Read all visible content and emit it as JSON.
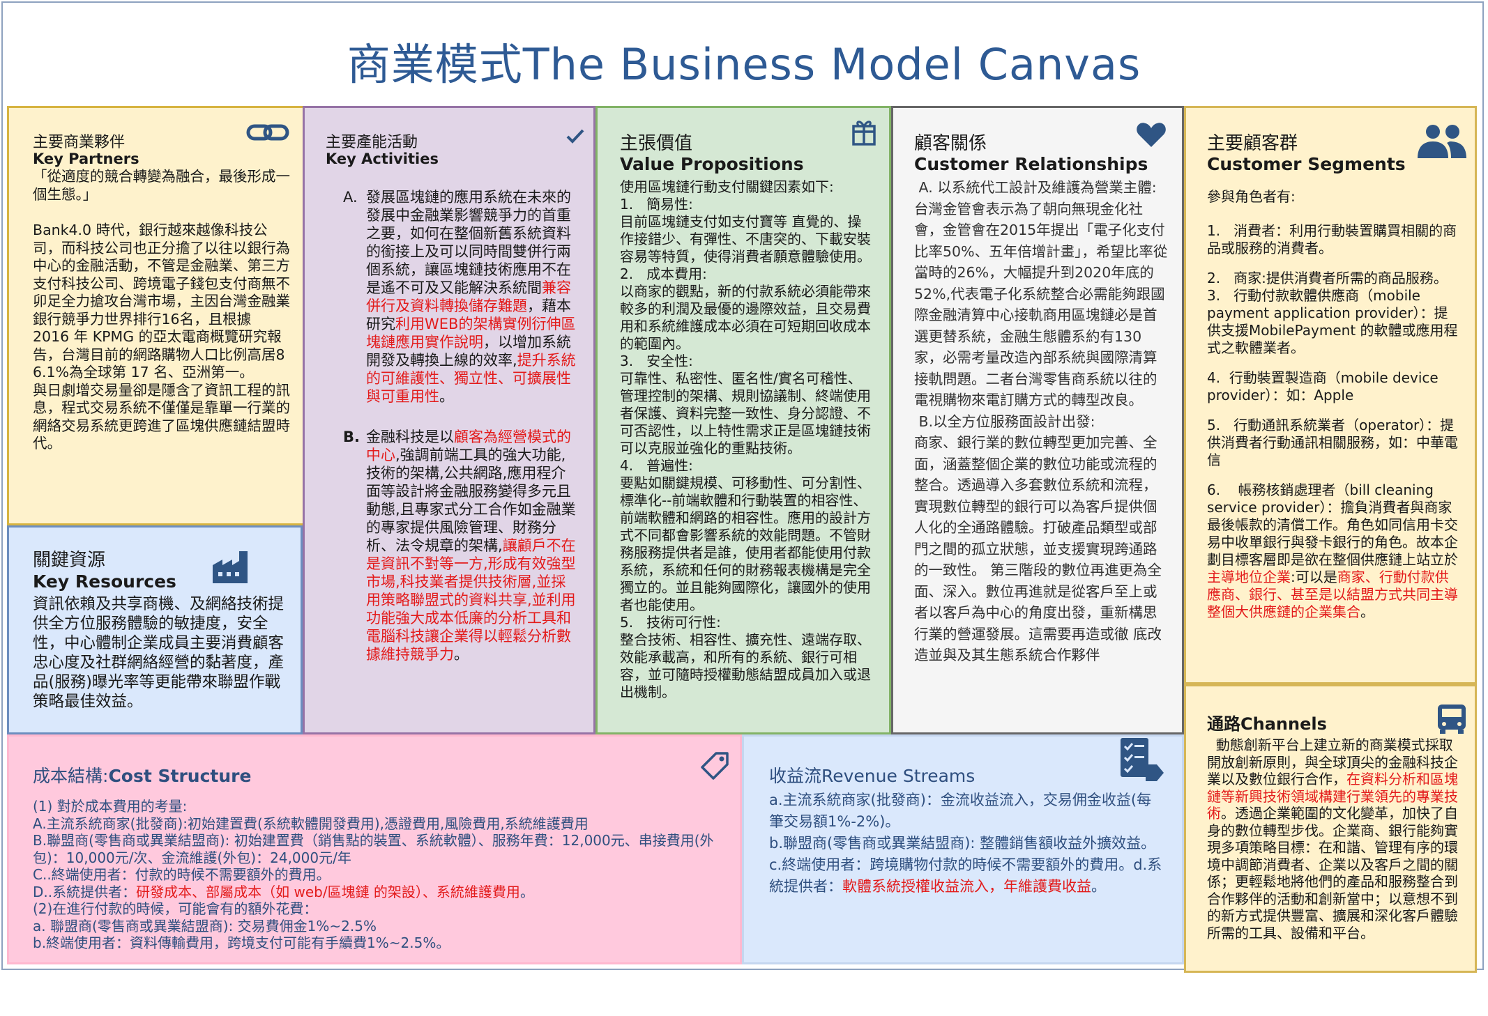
{
  "title": "商業模式The Business Model Canvas",
  "colors": {
    "border_blue": "#8ea2bf",
    "title": "#2e5a94",
    "icon": "#2f5584",
    "partners_bg": "#fef2cc",
    "partners_border": "#d7b441",
    "activities_bg": "#e1d5e7",
    "activities_border": "#9673a6",
    "value_bg": "#d5e8d4",
    "value_border": "#82b366",
    "relations_bg": "#f5f5f5",
    "relations_border": "#666666",
    "segments_bg": "#fff2cc",
    "segments_border": "#d6b656",
    "resources_bg": "#dae8fc",
    "resources_border": "#6c8ebf",
    "channels_bg": "#fff2cc",
    "channels_border": "#d6b656",
    "cost_bg": "#ffc9dd",
    "revenue_bg": "#dae8fc",
    "emphasis": "#e31b1b"
  },
  "partners": {
    "icon": "link-icon",
    "title_zh": "主要商業夥伴",
    "title_en": "Key Partners",
    "quote": "「從適度的競合轉變為融合，最後形成一個生態。」",
    "p1_a": "Bank4.0 時代，銀行越來越像科技公司，而科技公司也正分擔了以往以銀行為中心的金融活動，不管是金融業、第三方支付科技公司、跨境電子錢包支付商無不卯足全力搶攻台灣市場，主因台灣金融業銀行競爭力世界排行16名，且根據 2016 年 KPMG 的亞太電商概覽研究報告，台灣目前的網路購物人口比例高居8 6.1%為全球第 17 名、亞洲第一。",
    "p2": "與日劇增交易量卻是隱含了資訊工程的訊息，程式交易系統不僅僅是靠單一行業的網絡交易系統更跨進了區塊供應鏈結盟時代。"
  },
  "activities": {
    "icon": "checkmark-icon",
    "title_zh": "主要產能活動",
    "title_en": "Key Activities",
    "a_label": "A.",
    "a_1": "發展區塊鏈的應用系統在未來的發展中金融業影響競爭力的首重之要，如何在整個新舊系統資料的銜接上及可以同時間雙併行兩個系統，讓區塊鏈技術應用不在是遙不可及又能解決系統間",
    "a_red1": "兼容併行及資料轉換儲存難題",
    "a_2": "，藉本研究",
    "a_red2": "利用WEB的架構實例衍伸區塊鏈應用實作說明",
    "a_3": "，以增加系統開發及轉換上線的效率,",
    "a_red3": "提升系統的可維護性、獨立性、可擴展性與可重用性",
    "a_4": "。",
    "b_label": "B.",
    "b_1": "金融科技是以",
    "b_red1": "顧客為經營模式的中心",
    "b_2": ",強調前端工具的強大功能,技術的架構,公共網路,應用程介面等設計將金融服務變得多元且動態,且專家式分工合作如金融業的專家提供風險管理、財務分析、法令規章的架構,",
    "b_red2": "讓顧戶不在是資訊不對等一方,形成有效強型市場,科技業者提供技術層,並採用策略聯盟式的資料共享,並利用功能強大成本低廉的分析工具和電腦科技讓企業得以輕鬆分析數據維持競爭力",
    "b_3": "。"
  },
  "value": {
    "icon": "gift-icon",
    "title_zh": "主張價值",
    "title_en": "Value Propositions",
    "body": "使用區塊鏈行動支付關鍵因素如下:\n1.   簡易性:\n目前區塊鏈支付如支付寶等 直覺的、操作接錯少、有彈性、不唐突的、下載安裝容易等特質，使得消費者願意體驗使用。\n2.   成本費用:\n以商家的觀點，新的付款系統必須能帶來較多的利潤及最優的邊際效益，且交易費用和系統維護成本必須在可短期回收成本的範圍內。\n3.   安全性:\n可靠性、私密性、匿名性/實名可稽性、管理控制的架構、規則協議制、終端使用者保護、資料完整一致性、身分認證、不可否認性，以上特性需求正是區塊鏈技術可以克服並強化的重點技術。\n4.   普遍性:\n要點如關鍵規模、可移動性、可分割性、標準化--前端軟體和行動裝置的相容性、前端軟體和網路的相容性。應用的設計方式不同都會影響系統的效能問題。不管財務服務提供者是誰，使用者都能使用付款系統，系統和任何的財務報表機構是完全獨立的。並且能夠國際化，讓國外的使用者也能使用。\n5.   技術可行性:\n整合技術、相容性、擴充性、遠端存取、效能承載高，和所有的系統、銀行可相容，並可隨時授權動態結盟成員加入或退出機制。"
  },
  "relationships": {
    "icon": "heart-icon",
    "title_zh": "顧客關係",
    "title_en": "Customer Relationships",
    "body": " A. 以系統代工設計及維護為營業主體:\n台灣金管會表示為了朝向無現金化社會，金管會在2015年提出「電子化支付比率50%、五年倍增計畫」，希望比率從當時的26%，大幅提升到2020年底的52%,代表電子化系統整合必需能夠跟國際金融清算中心接軌商用區塊鏈必是首選更替系統，金融生態體系約有130家，必需考量改造內部系統與國際清算接軌問題。二者台灣零售商系統以往的電視購物來電訂購方式的轉型改良。\n B.以全方位服務面設計出發:\n商家、銀行業的數位轉型更加完善、全面，涵蓋整個企業的數位功能或流程的整合。透過導入多套數位系統和流程，實現數位轉型的銀行可以為客戶提供個人化的全通路體驗。打破產品類型或部門之間的孤立狀態，並支援實現跨通路的一致性。 第三階段的數位再進更為全面、深入。數位再進就是從客戶至上或者以客戶為中心的角度出發，重新構思行業的營運發展。這需要再造或徹 底改造並與及其生態系統合作夥伴"
  },
  "segments": {
    "icon": "users-icon",
    "title_zh": "主要顧客群",
    "title_en": "Customer Segments",
    "intro": "參與角色者有:",
    "s1": "1.   消費者：利用行動裝置購買相關的商品或服務的消費者。",
    "s2": "2.   商家:提供消費者所需的商品服務。3.   行動付款軟體供應商（mobile payment application provider）：提供支援MobilePayment 的軟體或應用程式之軟體業者。",
    "s3": "4.  行動裝置製造商（mobile device provider）：如：Apple",
    "s4": "5.   行動通訊系統業者（operator）：提供消費者行動通訊相關服務，如：中華電信",
    "s5_a": "6.    帳務核銷處理者（bill cleaning service provider）：擔負消費者與商家最後帳款的清償工作。角色如同信用卡交易中收單銀行與發卡銀行的角色。故本企劃目標客層即是欲在整個供應鏈上站立於",
    "s5_red1": "主導地位企業",
    "s5_b": ":可以是",
    "s5_red2": "商家、行動付款供應商、銀行、甚至是以結盟方式共同主導整個大供應鏈的企業集合",
    "s5_c": "。"
  },
  "resources": {
    "icon": "factory-icon",
    "title_zh": "關鍵資源",
    "title_en": "Key Resources",
    "body": "資訊依賴及共享商機、及網絡技術提供全方位服務體驗的敏捷度，安全性，中心體制企業成員主要消費顧客忠心度及社群網絡經營的黏著度，產品(服務)曝光率等更能帶來聯盟作戰策略最佳效益。"
  },
  "channels": {
    "icon": "truck-icon",
    "title": "通路Channels",
    "b1": "  動態創新平台上建立新的商業模式採取開放創新原則，與全球頂尖的金融科技企業以及數位銀行合作，",
    "red1": "在資料分析和區塊鏈等新興技術領域構建行業領先的專業技術",
    "b2": "。透過企業範圍的文化變革，加快了自身的數位轉型步伐。企業商、銀行能夠實現多項策略目標：在和諧、管理有序的環境中調節消費者、企業以及客戶之間的關係；更輕鬆地將他們的產品和服務整合到合作夥伴的活動和創新當中；以意想不到的新方式提供豐富、擴展和深化客戶體驗所需的工具、設備和平台。"
  },
  "cost": {
    "icon": "price-tag-icon",
    "title_a": "成本結構:",
    "title_b": "Cost Structure",
    "l1": "(1) 對於成本費用的考量:",
    "l2": "A.主流系統商家(批發商):初始建置費(系統軟體開發費用),憑證費用,風險費用,系統維護費用",
    "l3": "B.聯盟商(零售商或異業結盟商): 初始建置費（銷售點的裝置、系統軟體）、服務年費：12,000元、串接費用(外包)：10,000元/次、金流維護(外包)：24,000元/年",
    "l4": "C..終端使用者：付款的時候不需要額外的費用。",
    "l5_a": "D..系統提供者：",
    "l5_red": "研發成本、部屬成本（如 web/區塊鏈 的架設）、系統維護費用",
    "l5_b": "。",
    "l6": "(2)在進行付款的時候，可能會有的額外花費：",
    "l7": "a. 聯盟商(零售商或異業結盟商): 交易費佣金1%~2.5%",
    "l8": "b.終端使用者：資料傳輸費用，跨境支付可能有手續費1%~2.5%。"
  },
  "revenue": {
    "icon": "checklist-icon",
    "title": "收益流Revenue Streams",
    "l1": "a.主流系統商家(批發商)：金流收益流入，交易佣金收益(每筆交易額1%-2%)。",
    "l2": "b.聯盟商(零售商或異業結盟商): 整體銷售額收益外擴效益。",
    "l3_a": "c.終端使用者：跨境購物付款的時候不需要額外的費用。d.系統提供者：",
    "l3_red": "軟體系統授權收益流入，年維護費收益",
    "l3_b": "。"
  }
}
